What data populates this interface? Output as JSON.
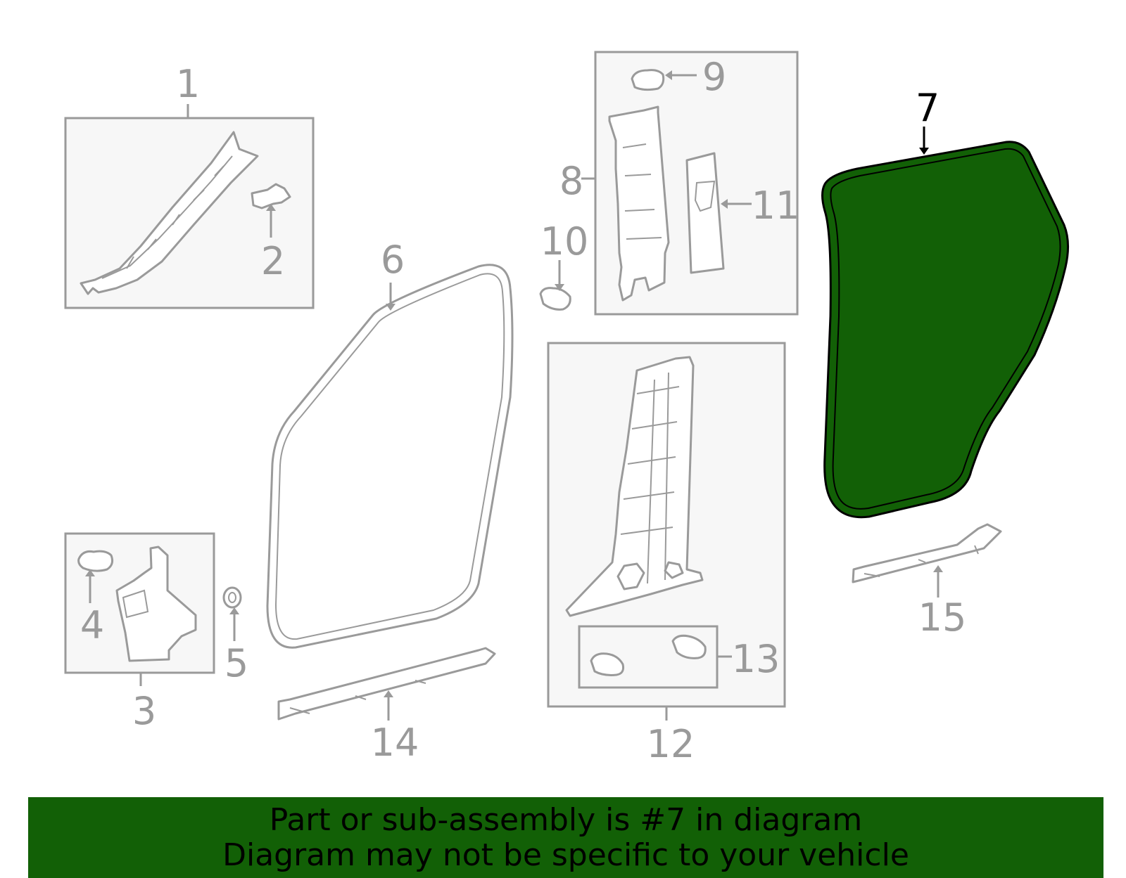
{
  "diagram": {
    "callouts": [
      {
        "id": "1",
        "label": "1"
      },
      {
        "id": "2",
        "label": "2"
      },
      {
        "id": "3",
        "label": "3"
      },
      {
        "id": "4",
        "label": "4"
      },
      {
        "id": "5",
        "label": "5"
      },
      {
        "id": "6",
        "label": "6"
      },
      {
        "id": "7",
        "label": "7",
        "highlighted": true
      },
      {
        "id": "8",
        "label": "8"
      },
      {
        "id": "9",
        "label": "9"
      },
      {
        "id": "10",
        "label": "10"
      },
      {
        "id": "11",
        "label": "11"
      },
      {
        "id": "12",
        "label": "12"
      },
      {
        "id": "13",
        "label": "13"
      },
      {
        "id": "14",
        "label": "14"
      },
      {
        "id": "15",
        "label": "15"
      }
    ],
    "highlight_color": "#126006",
    "line_color": "#9a9a9a"
  },
  "banner": {
    "line1": "Part or sub-assembly is #7 in diagram",
    "line2": "Diagram may not be specific to your vehicle",
    "background": "#126006"
  }
}
